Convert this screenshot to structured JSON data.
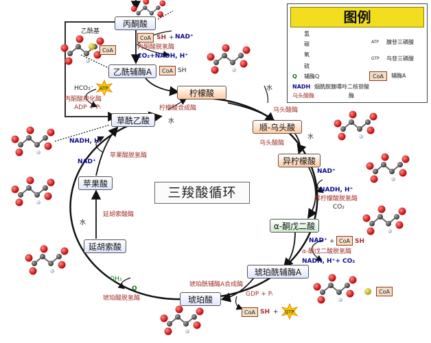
{
  "nodes": {
    "pyruvate": "丙酮酸",
    "acetyl_coa": "乙酰辅酶A",
    "citrate": "柠檬酸",
    "cis_aconitate": "顺-乌头酸",
    "isocitrate": "异柠檬酸",
    "alpha_kg": "α-酮戊二酸",
    "succinyl_coa": "琥珀酰辅酶A",
    "succinate": "琥珀酸",
    "fumarate": "延胡索酸",
    "malate": "苹果酸",
    "oxaloacetate": "草酰乙酸"
  },
  "center_title": "三羧酸循环",
  "labels": {
    "acetyl_group": "乙酰基",
    "coa": "CoA",
    "sh": "SH",
    "nad_plus": "NAD⁺",
    "plus": "+",
    "pdh_enzyme": "丙酮酸脱氢酶",
    "pdh_products": "CO₂+NADH, H⁺",
    "hco3": "HCO₃⁻",
    "atp": "ATP",
    "gtp": "GTP",
    "gdp_pi": "GDP + Pᵢ",
    "adp_pi": "ADP + Pᵢ",
    "pc_enzyme": "丙酮酸羧化酶",
    "water": "水",
    "citrate_synthase": "柠檬酸合成酶",
    "aconitase_1": "乌头酸酶",
    "aconitase_2": "乌头酸酶",
    "nadh_h": "NADH, H⁺",
    "idh_enzyme": "异柠檬酸脱氢酶",
    "co2": "CO₂",
    "akgdh_enzyme": "α-酮戊二酸脱氢酶",
    "nadh_h_co2": "NADH, H⁺+ CO₂",
    "scs_enzyme": "琥珀酰辅酶A合成酶",
    "sdh_enzyme": "琥珀酸脱氢酶",
    "q": "Q",
    "qh2": "QH₂",
    "fumarase": "延胡索酸酶",
    "mdh_enzyme": "苹果酸脱氢酶"
  },
  "legend": {
    "title": "图例",
    "items": {
      "h": "氢",
      "c": "碳",
      "o": "氧",
      "s": "硫",
      "q_symbol": "Q",
      "q_name": "辅酶Q",
      "nadh_symbol": "NADH",
      "nadh_name": "烟酰胺腺嘌呤二核苷酸",
      "aconitase_word": "乌头酸酶",
      "enzyme_word": "酶",
      "atp_symbol": "ATP",
      "atp_name": "腺苷三磷酸",
      "gtp_symbol": "GTP",
      "gtp_name": "鸟苷三磷酸",
      "coa_symbol": "CoA",
      "coa_name": "辅酶A"
    }
  },
  "colors": {
    "enzyme_text": "#a0322a",
    "cofactor_text": "#0b0b8a",
    "atom_oxygen": "#dd1a1a",
    "atom_carbon": "#555555",
    "atom_hydrogen": "#cfd8e0",
    "atom_sulfur": "#c8c23a",
    "legend_header": "#f2de1e"
  }
}
